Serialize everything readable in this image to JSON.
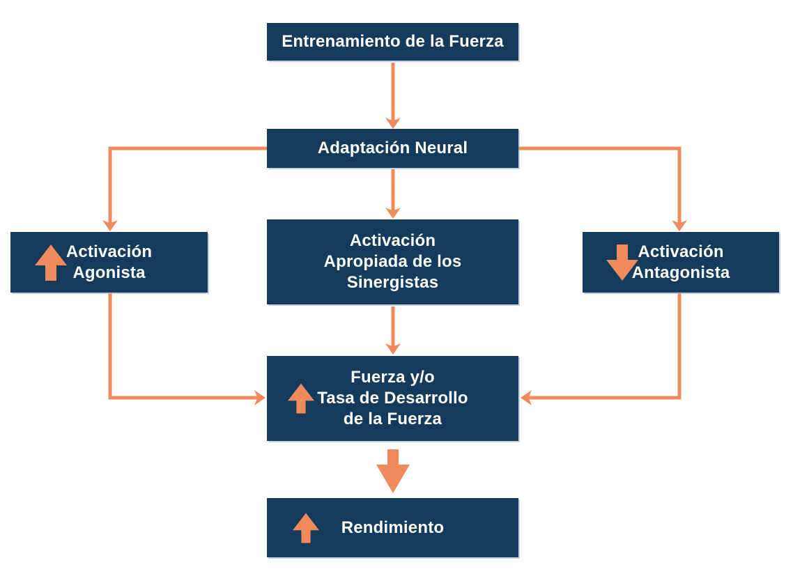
{
  "diagram": {
    "language": "es",
    "nodes": {
      "entrenamiento": {
        "label": "Entrenamiento de la Fuerza",
        "icon": "none"
      },
      "adaptacion": {
        "label": "Adaptación Neural",
        "icon": "none"
      },
      "agonista": {
        "label": "Activación\nAgonista",
        "icon": "up-arrow"
      },
      "sinergistas": {
        "label": "Activación\nApropiada de los\nSinergistas",
        "icon": "none"
      },
      "antagonista": {
        "label": "Activación\nAntagonista",
        "icon": "down-arrow"
      },
      "fuerza": {
        "label": "Fuerza y/o\nTasa de Desarrollo\nde la Fuerza",
        "icon": "up-arrow"
      },
      "rendimiento": {
        "label": "Rendimiento",
        "icon": "up-arrow"
      }
    },
    "edges": [
      {
        "from": "entrenamiento",
        "to": "adaptacion"
      },
      {
        "from": "adaptacion",
        "to": "agonista"
      },
      {
        "from": "adaptacion",
        "to": "sinergistas"
      },
      {
        "from": "adaptacion",
        "to": "antagonista"
      },
      {
        "from": "sinergistas",
        "to": "fuerza"
      },
      {
        "from": "agonista",
        "to": "fuerza"
      },
      {
        "from": "antagonista",
        "to": "fuerza"
      },
      {
        "from": "fuerza",
        "to": "rendimiento"
      }
    ]
  },
  "colors": {
    "box_navy": "#143A5C",
    "arrow_orange": "#EF8A5C",
    "text_white": "#FFFFFF",
    "background": "#FFFFFF"
  }
}
